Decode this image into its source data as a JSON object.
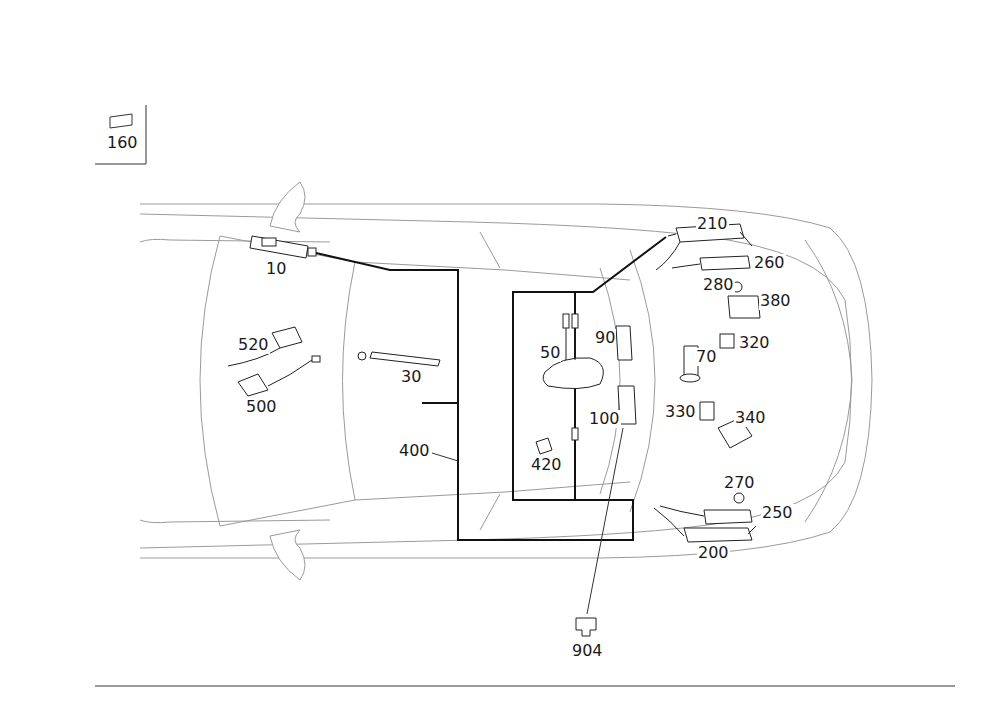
{
  "diagram": {
    "labels": [
      "160",
      "210",
      "10",
      "260",
      "280",
      "380",
      "90",
      "520",
      "50",
      "70",
      "320",
      "30",
      "500",
      "330",
      "340",
      "100",
      "400",
      "420",
      "270",
      "250",
      "200",
      "904"
    ]
  }
}
